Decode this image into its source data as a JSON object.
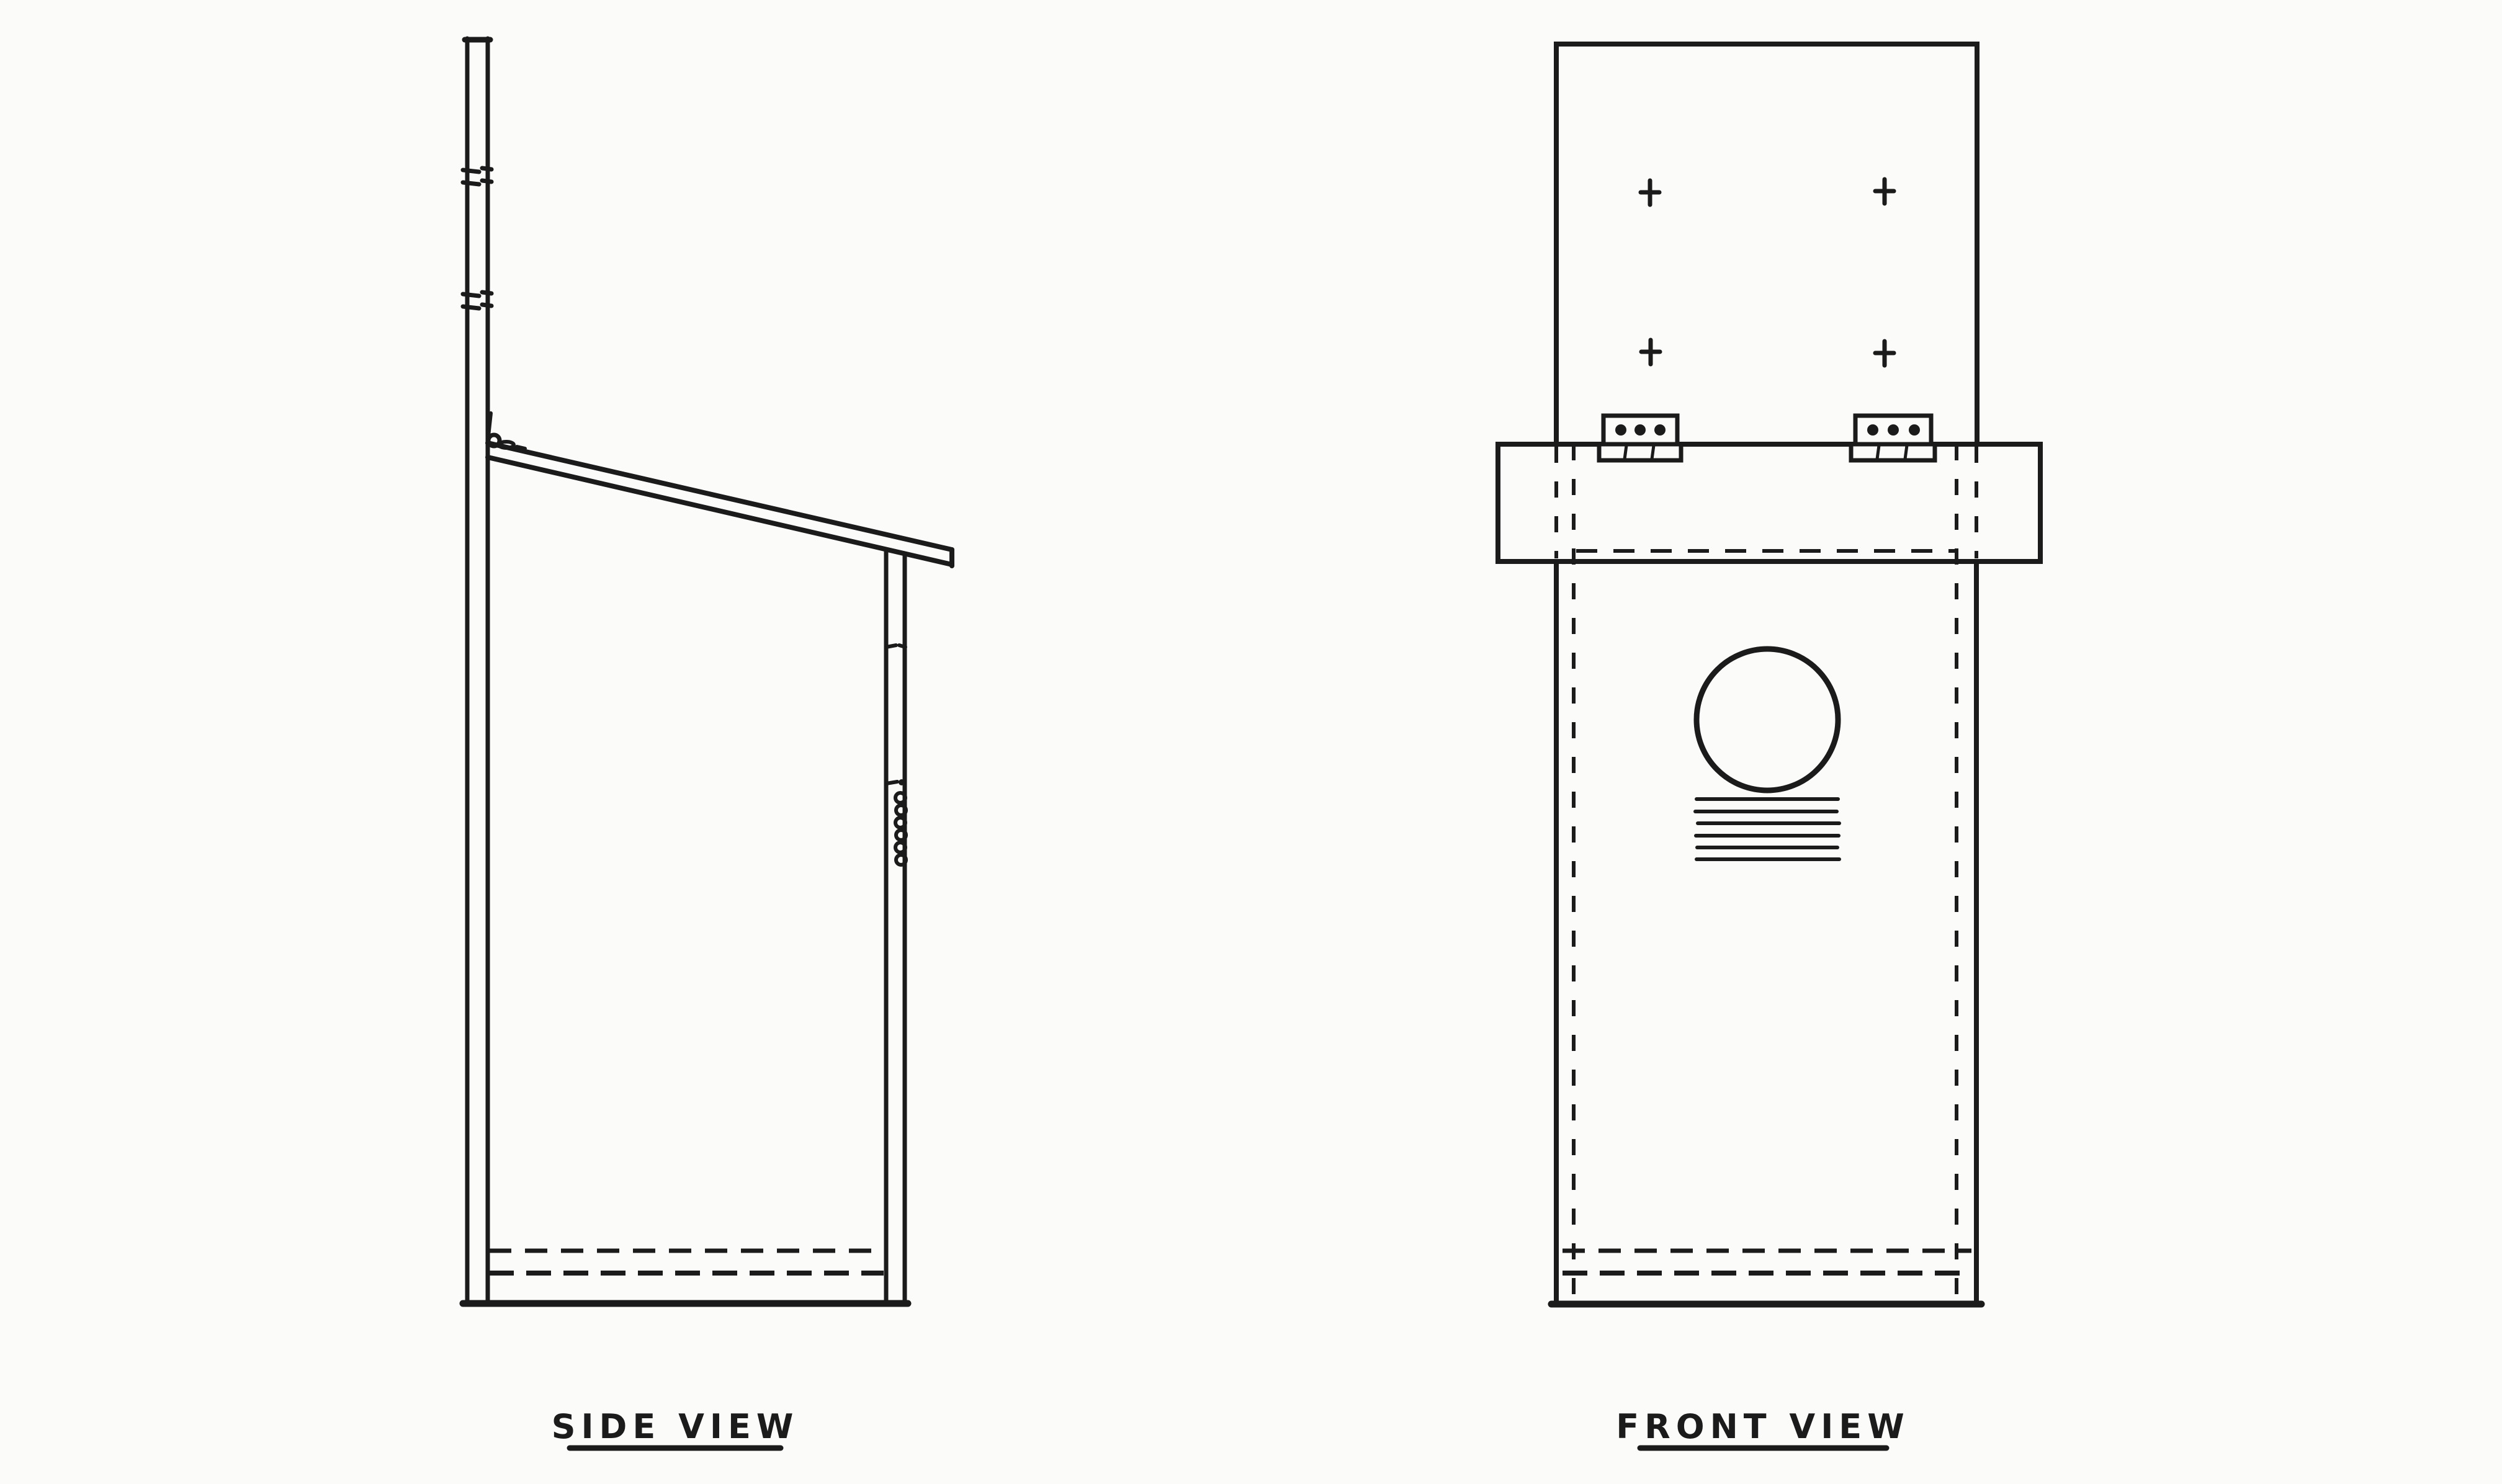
{
  "canvas": {
    "background": "#fbfbf9",
    "ink": "#1b1b1b"
  },
  "labels": {
    "side_view": "SIDE VIEW",
    "front_view": "FRONT VIEW"
  },
  "drawing": {
    "kind": "hand-drawn woodworking plan",
    "subject": "nest box with tall back mounting board and hinged sloped roof",
    "side_view": {
      "parts": [
        "back mounting board with break marks",
        "sloped roof board",
        "small hinge at roof-to-back joint",
        "front wall with grip-kerf edge marks",
        "recessed floor shown as dashed hidden lines",
        "bottom edge"
      ]
    },
    "front_view": {
      "screw_cross_marks": 4,
      "hinges": 2,
      "hinge_screw_dots_each": 3,
      "entrance_hole_shape": "circle",
      "grip_kerf_lines": 6,
      "parts": [
        "back mounting board",
        "roof board overhanging both sides",
        "box body with hidden side-wall edges dashed",
        "round entrance hole",
        "grip kerf lines",
        "recessed floor shown as dashed hidden lines",
        "bottom edge"
      ]
    }
  }
}
